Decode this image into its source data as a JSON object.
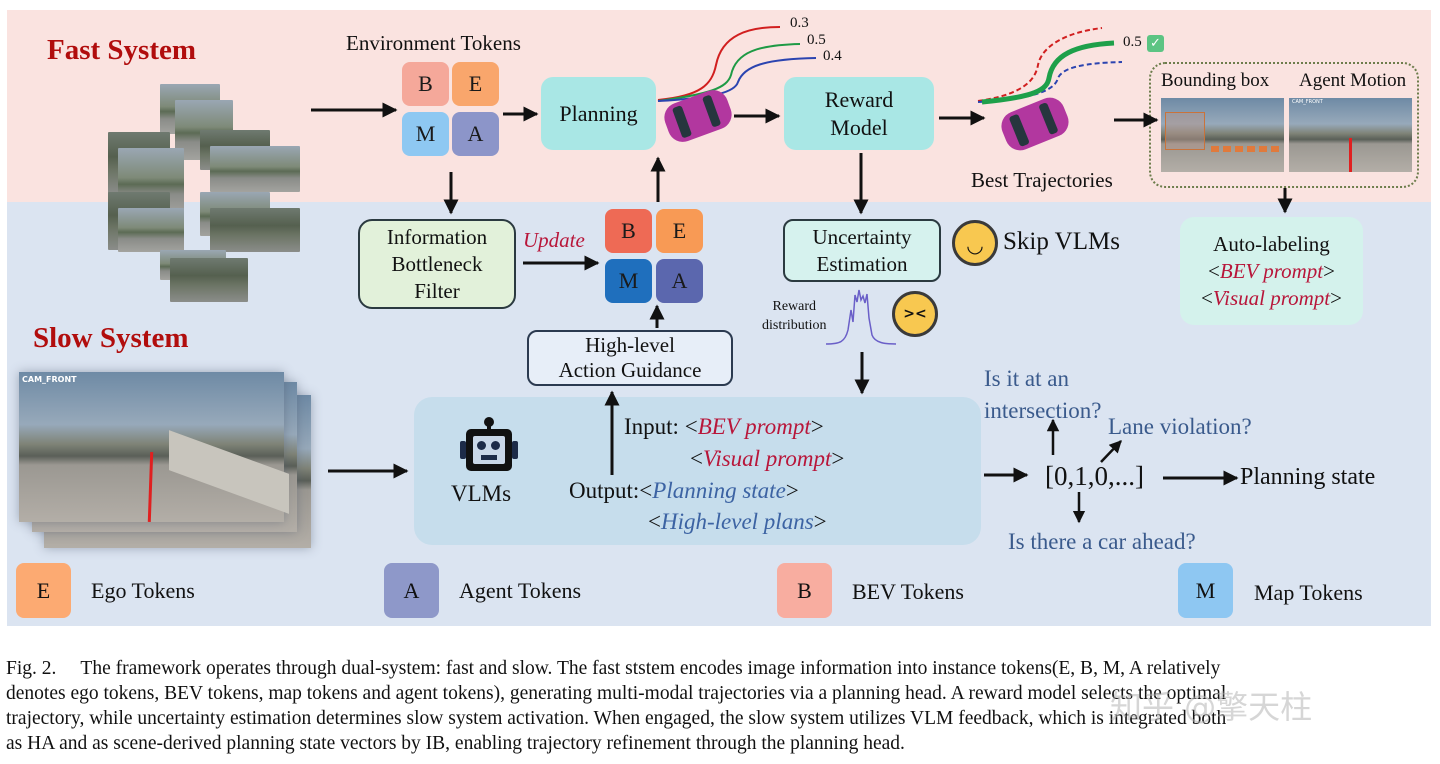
{
  "fast_system": {
    "title": "Fast System",
    "environment_tokens_label": "Environment Tokens",
    "tokens": [
      {
        "letter": "B",
        "color": "#f5a89a"
      },
      {
        "letter": "E",
        "color": "#f9a66c"
      },
      {
        "letter": "M",
        "color": "#8ec8f2"
      },
      {
        "letter": "A",
        "color": "#8c95c9"
      }
    ],
    "planning_label": "Planning",
    "trajectory_scores": [
      "0.3",
      "0.5",
      "0.4"
    ],
    "trajectory_colors": [
      "#d11f1f",
      "#1e9a45",
      "#2b44b0"
    ],
    "reward_model_label": [
      "Reward",
      "Model"
    ],
    "best_score": "0.5",
    "best_check_icon": "check-mark-icon",
    "best_trajectories_label": "Best Trajectories",
    "bounding_box_label": "Bounding box",
    "agent_motion_label": "Agent Motion",
    "agent_motion_cam_label": "CAM_FRONT"
  },
  "slow_system": {
    "title": "Slow System",
    "cam_label": "CAM_FRONT",
    "ib_filter_label": [
      "Information",
      "Bottleneck",
      "Filter"
    ],
    "update_label": "Update",
    "updated_tokens": [
      {
        "letter": "B",
        "color": "#ee6a55"
      },
      {
        "letter": "E",
        "color": "#f89a55"
      },
      {
        "letter": "M",
        "color": "#1f6fbd"
      },
      {
        "letter": "A",
        "color": "#5b67ae"
      }
    ],
    "high_level_label": [
      "High-level",
      "Action Guidance"
    ],
    "uncertainty_label": [
      "Uncertainty",
      "Estimation"
    ],
    "skip_vlms_label": "Skip VLMs",
    "reward_distribution_label": [
      "Reward",
      "distribution"
    ],
    "auto_labeling": {
      "title": "Auto-labeling",
      "bev": "BEV prompt",
      "visual": "Visual prompt"
    },
    "vlm": {
      "label": "VLMs",
      "input_label": "Input: ",
      "input_bev": "BEV prompt",
      "input_visual": "Visual prompt",
      "output_label": "Output:",
      "output_state": "Planning state",
      "output_plans": "High-level plans"
    },
    "questions": {
      "intersection": [
        "Is it at an",
        "intersection?"
      ],
      "lane": "Lane violation?",
      "car_ahead": "Is there a car ahead?"
    },
    "state_vector": "[0,1,0,...]",
    "planning_state_label": "Planning state"
  },
  "legend": [
    {
      "letter": "E",
      "label": "Ego Tokens",
      "color": "#fcaa72"
    },
    {
      "letter": "A",
      "label": "Agent Tokens",
      "color": "#8e98c9"
    },
    {
      "letter": "B",
      "label": "BEV Tokens",
      "color": "#f8ada0"
    },
    {
      "letter": "M",
      "label": "Map Tokens",
      "color": "#8ec7f2"
    }
  ],
  "caption": {
    "lines": [
      "Fig. 2.  The framework operates through dual-system: fast and slow. The fast ststem encodes image information into instance tokens(E, B, M, A relatively",
      "denotes ego tokens, BEV tokens, map tokens and agent tokens), generating multi-modal trajectories via a planning head. A reward model selects the optimal",
      "trajectory, while uncertainty estimation determines slow system activation. When engaged, the slow system utilizes VLM feedback, which is integrated both",
      "as HA and as scene-derived planning state vectors by IB, enabling trajectory refinement through the planning head."
    ],
    "watermark": "知乎 @擎天柱"
  }
}
